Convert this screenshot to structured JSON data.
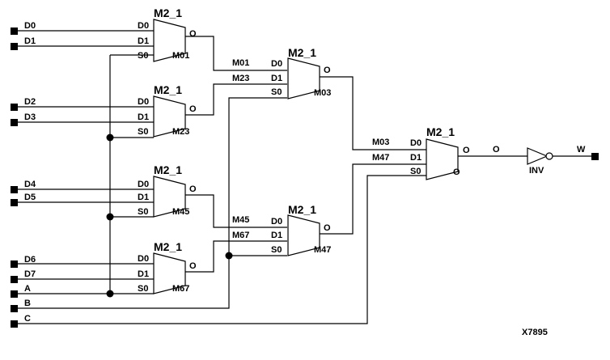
{
  "mux_title": "M2_1",
  "pins": {
    "d0": "D0",
    "d1": "D1",
    "s0": "S0",
    "o": "O"
  },
  "inputs": [
    "D0",
    "D1",
    "D2",
    "D3",
    "D4",
    "D5",
    "D6",
    "D7",
    "A",
    "B",
    "C"
  ],
  "stage1": {
    "m01": {
      "instance": "M01"
    },
    "m23": {
      "instance": "M23"
    },
    "m45": {
      "instance": "M45"
    },
    "m67": {
      "instance": "M67"
    }
  },
  "stage2": {
    "m03": {
      "instance": "M03",
      "in0": "M01",
      "in1": "M23"
    },
    "m47": {
      "instance": "M47",
      "in0": "M45",
      "in1": "M67"
    }
  },
  "stage3": {
    "in0": "M03",
    "in1": "M47",
    "out_net": "O"
  },
  "inverter": {
    "label": "INV"
  },
  "output": {
    "label": "W"
  },
  "figure_id": "X7895"
}
